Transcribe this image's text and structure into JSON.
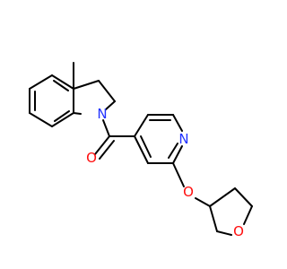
{
  "molecule": {
    "atoms": {
      "indoline_n": {
        "symbol": "N",
        "color": "#2233ff"
      },
      "carbonyl_o": {
        "symbol": "O",
        "color": "#ff0d0d"
      },
      "pyridine_n": {
        "symbol": "N",
        "color": "#2233ff"
      },
      "ether_o": {
        "symbol": "O",
        "color": "#ff0d0d"
      },
      "thf_o": {
        "symbol": "O",
        "color": "#ff0d0d"
      }
    },
    "bond_color": "#000000"
  }
}
